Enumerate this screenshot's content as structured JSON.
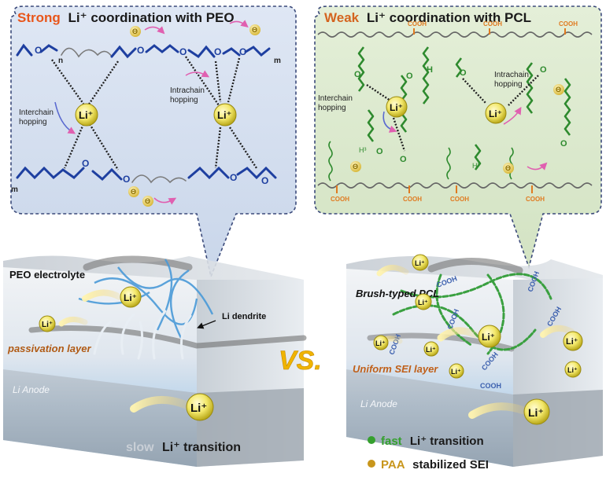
{
  "left_panel": {
    "title_strong": "Strong",
    "title_rest": "Li⁺ coordination with PEO",
    "interchain": [
      "Interchain",
      "hopping"
    ],
    "intrachain": [
      "Intrachain",
      "hopping"
    ],
    "chain_sub": "n",
    "chain_sub2": "m"
  },
  "right_panel": {
    "title_weak": "Weak",
    "title_rest": "Li⁺ coordination  with PCL",
    "interchain": [
      "Interchain",
      "hopping"
    ],
    "intrachain": [
      "Intrachain",
      "hopping"
    ],
    "cooh": "COOH",
    "h3": "H³"
  },
  "left_block": {
    "peo_electrolyte": "PEO electrolyte",
    "li_dendrite": "Li dendrite",
    "passivation_layer": "passivation layer",
    "li_anode": "Li Anode",
    "slow_word": "slow",
    "slow_rest": "Li⁺ transition"
  },
  "right_block": {
    "brush_pcl": "Brush-typed PCL",
    "uniform_sei": "Uniform SEI layer",
    "li_anode": "Li Anode",
    "fast_word": "fast",
    "fast_rest": "Li⁺ transition",
    "paa_word": "PAA",
    "paa_rest": "stabilized SEI",
    "cooh": "COOH"
  },
  "vs": "VS.",
  "li": "Li⁺",
  "li_short": "Li",
  "anion": "Θ",
  "colors": {
    "strong": "#e8561b",
    "weak": "#d4641f",
    "paa": "#c8961c",
    "fast": "#35a02e",
    "peo_chain": "#1e3fa0",
    "pcl_chain": "#2e8a2e",
    "cooh": "#e07a20",
    "vs": "#f0b400"
  }
}
